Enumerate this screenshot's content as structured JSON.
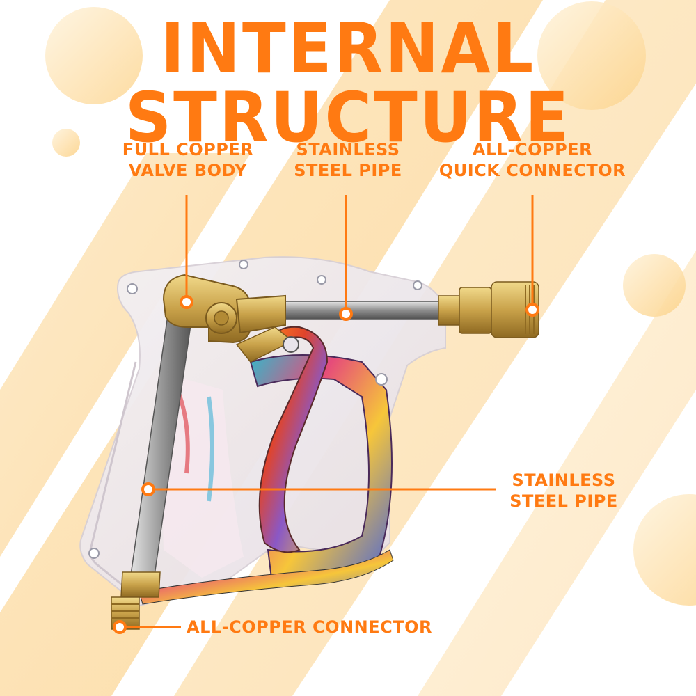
{
  "title": "INTERNAL STRUCTURE",
  "labels": {
    "valve_body": [
      "FULL COPPER",
      "VALVE BODY"
    ],
    "steel_pipe_top": [
      "STAINLESS",
      "STEEL PIPE"
    ],
    "quick_connector": [
      "ALL-COPPER",
      "QUICK CONNECTOR"
    ],
    "steel_pipe_lower": [
      "STAINLESS",
      "STEEL PIPE"
    ],
    "connector": "ALL-COPPER CONNECTOR"
  },
  "colors": {
    "accent": "#ff7a12",
    "background_stripes": "#fde2b4",
    "brass": "#c9a24a",
    "steel": "#9a9a9a"
  },
  "icons": {
    "product": "pressure-washer-gun-icon"
  }
}
